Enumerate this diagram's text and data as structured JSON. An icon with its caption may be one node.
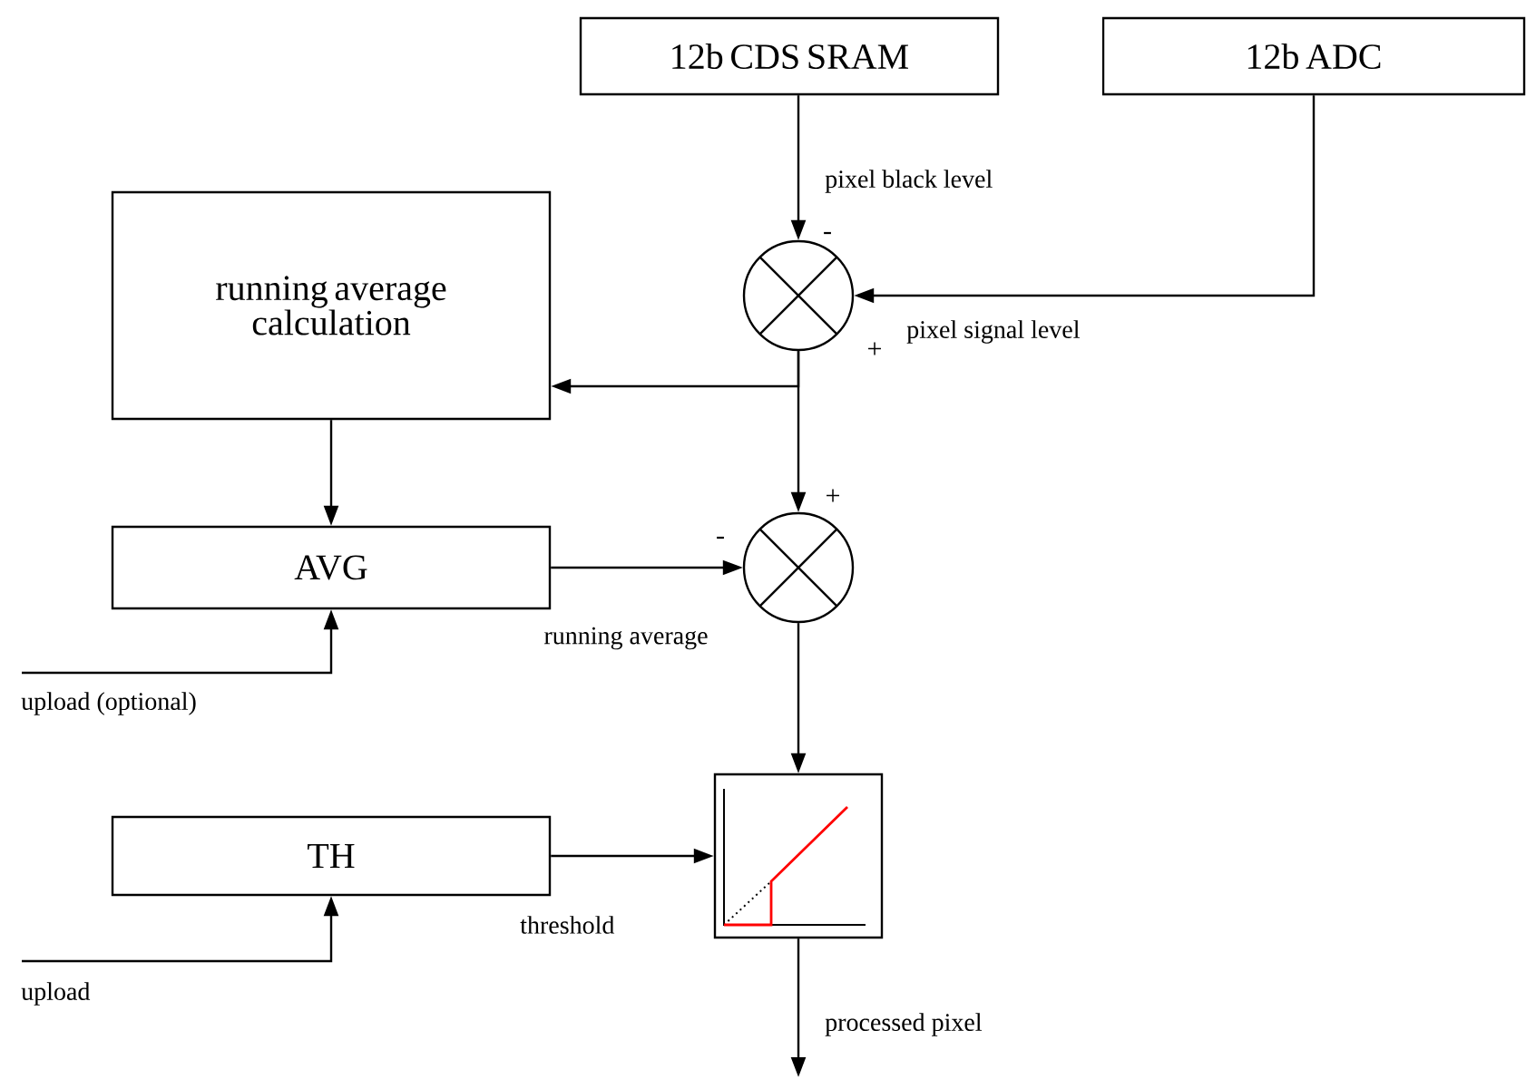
{
  "diagram": {
    "nodes": [
      {
        "text": [
          "12b CDS SRAM"
        ]
      },
      {
        "text": [
          "12b ADC"
        ]
      },
      {
        "text": [],
        "shape": "circle"
      },
      {
        "text": [
          "running average calculation"
        ]
      },
      {
        "text": [
          "AVG"
        ]
      },
      {
        "text": [],
        "shape": "circle"
      },
      {
        "text": [
          "TH"
        ]
      },
      {
        "text": [],
        "shape": "box"
      }
    ],
    "edges": [
      {
        "from": 0,
        "to": 2,
        "arrow": "to",
        "label": "pixel black level"
      },
      {
        "from": 1,
        "to": 2,
        "arrow": "to",
        "label": "pixel signal level"
      },
      {
        "from": 2,
        "to": 3,
        "arrow": "to"
      },
      {
        "from": 2,
        "to": 5,
        "arrow": "to"
      },
      {
        "from": 3,
        "to": 4,
        "arrow": "to"
      },
      {
        "from": 4,
        "to": 5,
        "arrow": "to",
        "label": "running average"
      },
      {
        "from": null,
        "to": 4,
        "arrow": "to",
        "label": "upload (optional)"
      },
      {
        "from": 5,
        "to": 7,
        "arrow": "to"
      },
      {
        "from": 6,
        "to": 7,
        "arrow": "to",
        "label": "threshold"
      },
      {
        "from": null,
        "to": 6,
        "arrow": "to",
        "label": "upload"
      },
      {
        "from": 7,
        "to": null,
        "arrow": "to",
        "label": "processed pixel"
      }
    ],
    "labels": [
      "-",
      "+",
      "+",
      "-"
    ]
  }
}
